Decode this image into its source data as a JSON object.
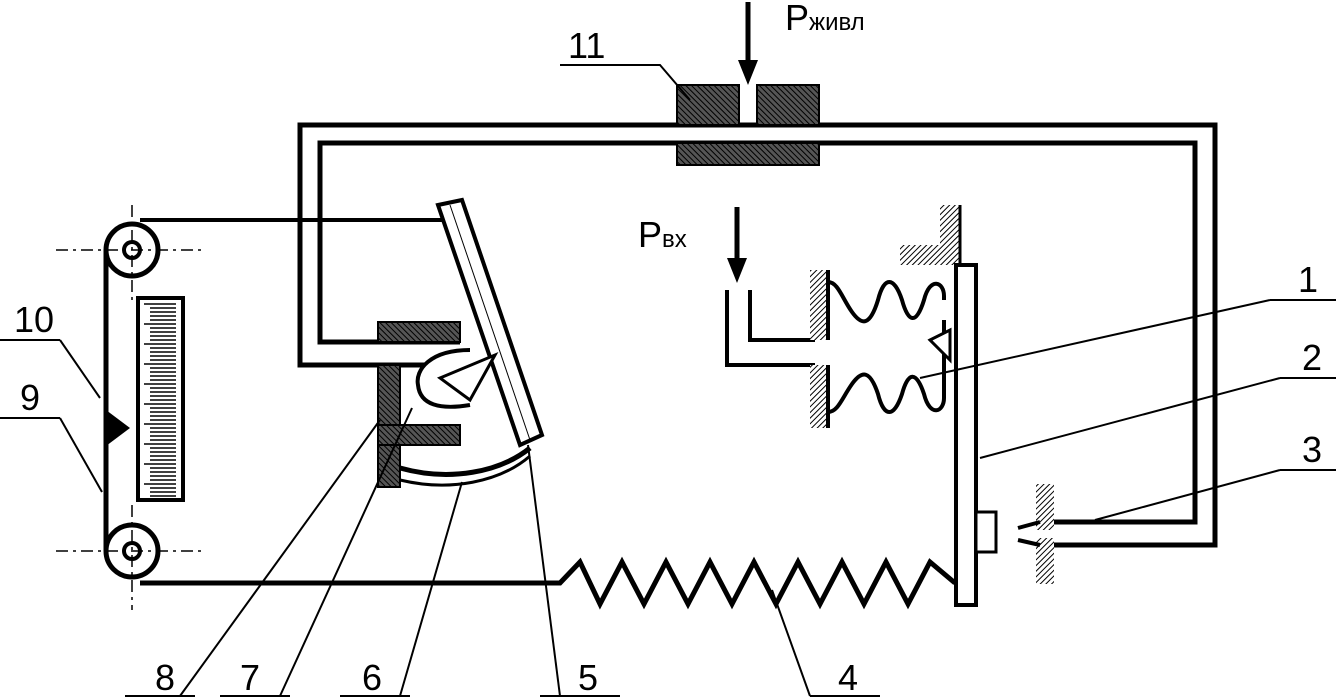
{
  "supply_label": {
    "main": "P",
    "sub": "живл"
  },
  "input_label": {
    "main": "P",
    "sub": "вх"
  },
  "callouts": {
    "c1": "1",
    "c2": "2",
    "c3": "3",
    "c4": "4",
    "c5": "5",
    "c6": "6",
    "c7": "7",
    "c8": "8",
    "c9": "9",
    "c10": "10",
    "c11": "11"
  },
  "colors": {
    "ink": "#000000",
    "paper": "#ffffff"
  }
}
